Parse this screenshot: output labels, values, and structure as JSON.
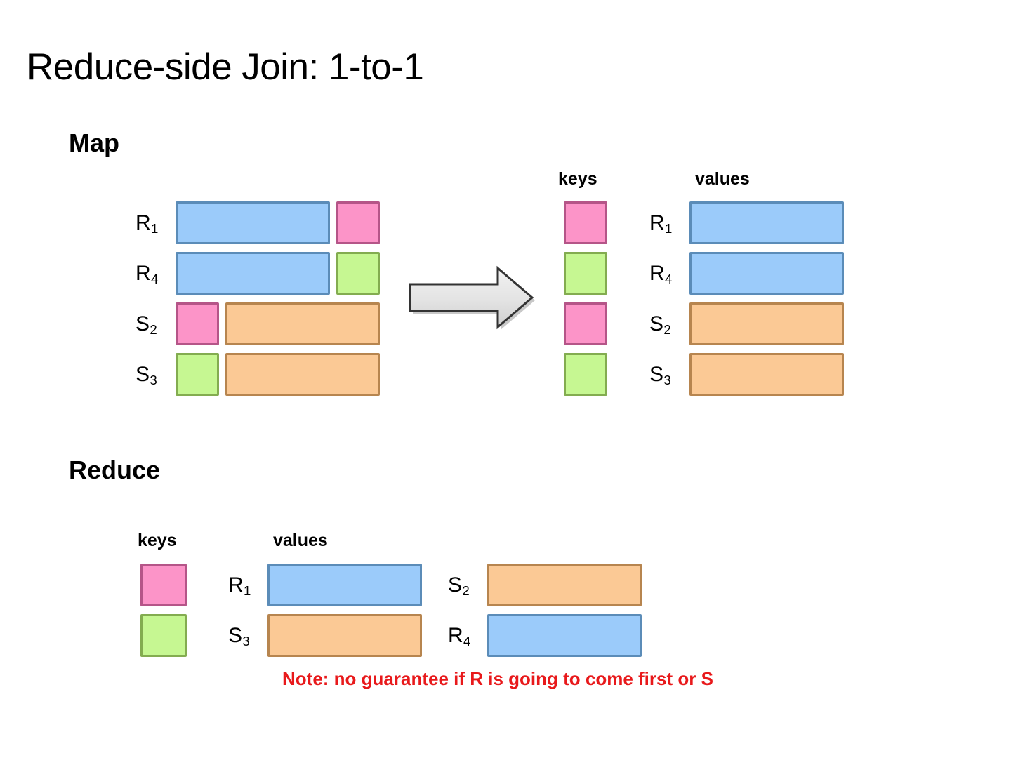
{
  "slide": {
    "title": "Reduce-side Join: 1-to-1",
    "background_color": "#FFFFFF"
  },
  "palette": {
    "blue_fill": "#9BCBFA",
    "blue_border": "#5B8CB8",
    "orange_fill": "#FBC995",
    "orange_border": "#B7854F",
    "pink_fill": "#FC94C8",
    "pink_border": "#B55588",
    "green_fill": "#C6F792",
    "green_border": "#83AC50",
    "arrow_fill": "#E4E4E4",
    "arrow_border": "#333333",
    "note_color": "#E8191B"
  },
  "map_section": {
    "heading": "Map",
    "input_rows": [
      {
        "label_base": "R",
        "label_sub": "1",
        "layout": "value-then-key",
        "value_color": "blue",
        "key_color": "pink"
      },
      {
        "label_base": "R",
        "label_sub": "4",
        "layout": "value-then-key",
        "value_color": "blue",
        "key_color": "green"
      },
      {
        "label_base": "S",
        "label_sub": "2",
        "layout": "key-then-value",
        "value_color": "orange",
        "key_color": "pink"
      },
      {
        "label_base": "S",
        "label_sub": "3",
        "layout": "key-then-value",
        "value_color": "orange",
        "key_color": "green"
      }
    ],
    "arrow": "right-block-arrow",
    "output_caption_keys": "keys",
    "output_caption_values": "values",
    "output_rows": [
      {
        "key_color": "pink",
        "label_base": "R",
        "label_sub": "1",
        "value_color": "blue"
      },
      {
        "key_color": "green",
        "label_base": "R",
        "label_sub": "4",
        "value_color": "blue"
      },
      {
        "key_color": "pink",
        "label_base": "S",
        "label_sub": "2",
        "value_color": "orange"
      },
      {
        "key_color": "green",
        "label_base": "S",
        "label_sub": "3",
        "value_color": "orange"
      }
    ]
  },
  "reduce_section": {
    "heading": "Reduce",
    "caption_keys": "keys",
    "caption_values": "values",
    "rows": [
      {
        "key_color": "pink",
        "values": [
          {
            "label_base": "R",
            "label_sub": "1",
            "color": "blue"
          },
          {
            "label_base": "S",
            "label_sub": "2",
            "color": "orange"
          }
        ]
      },
      {
        "key_color": "green",
        "values": [
          {
            "label_base": "S",
            "label_sub": "3",
            "color": "orange"
          },
          {
            "label_base": "R",
            "label_sub": "4",
            "color": "blue"
          }
        ]
      }
    ],
    "note": "Note: no guarantee if R is going to come first or S"
  }
}
